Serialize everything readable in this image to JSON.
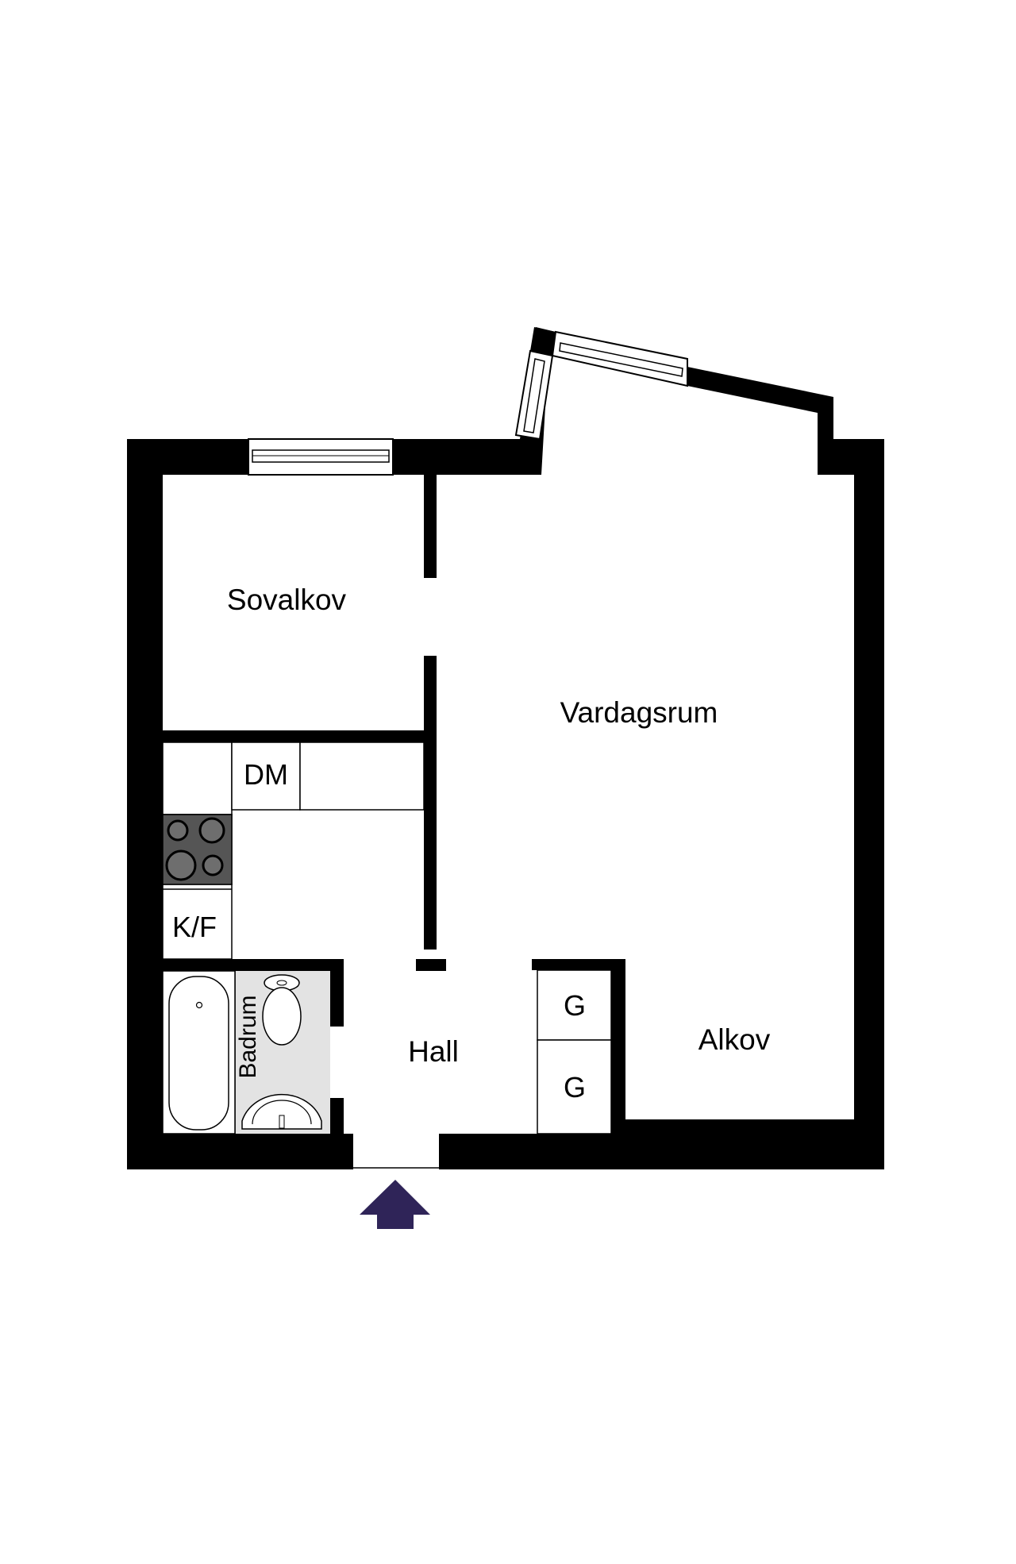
{
  "colors": {
    "wall": "#000000",
    "fixture_line": "#000000",
    "bathroom_floor": "#e3e3e3",
    "stove_body": "#555555",
    "burner": "#6e6e6e",
    "entrance_arrow": "#2f2458",
    "background": "#ffffff"
  },
  "rooms": {
    "sovalkov": "Sovalkov",
    "vardagsrum": "Vardagsrum",
    "hall": "Hall",
    "alkov": "Alkov",
    "badrum": "Badrum"
  },
  "fixtures": {
    "dishwasher": "DM",
    "fridge_freezer": "K/F",
    "wardrobe_1": "G",
    "wardrobe_2": "G"
  },
  "icons": {
    "entrance": "entrance-arrow-icon",
    "stove": "stove-icon",
    "bathtub": "bathtub-icon",
    "toilet": "toilet-icon",
    "sink": "sink-icon"
  }
}
